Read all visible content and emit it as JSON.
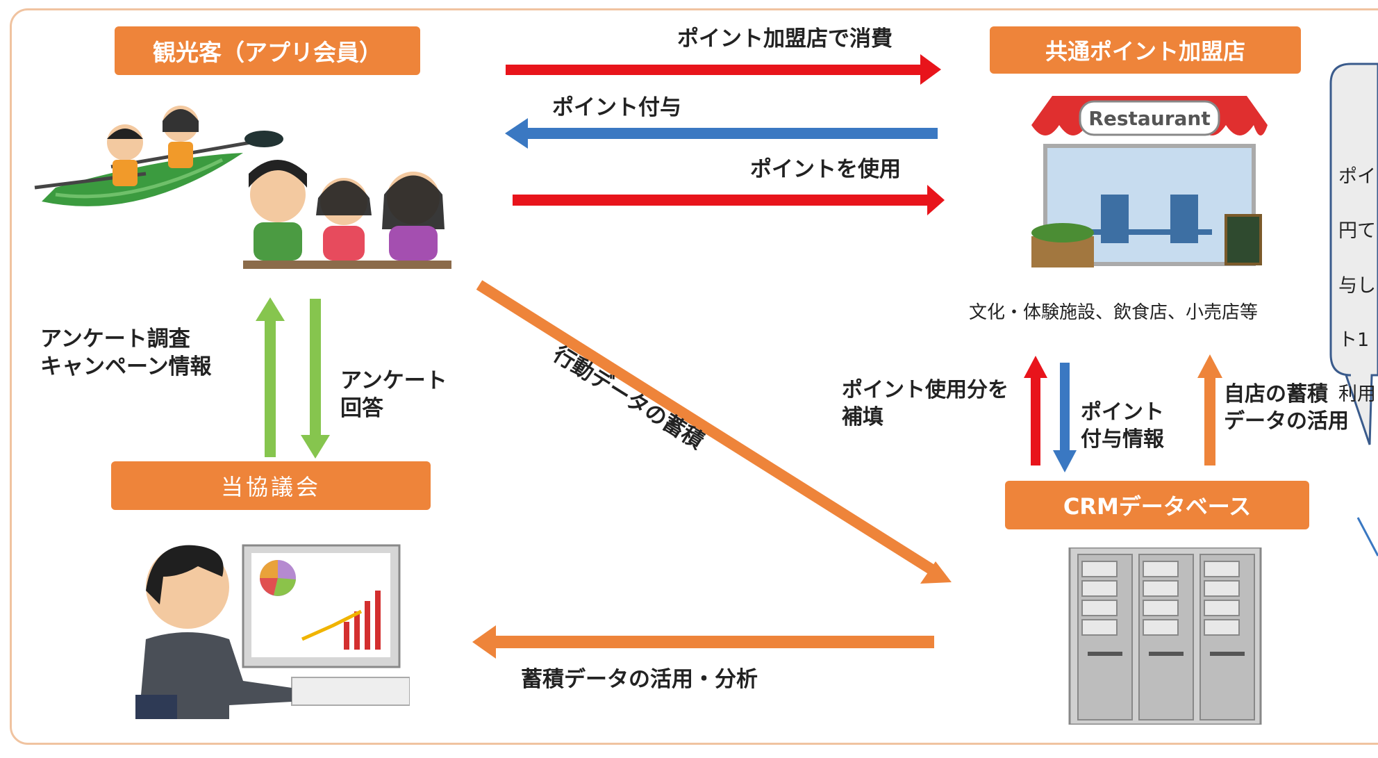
{
  "boxes": {
    "tourist": "観光客（アプリ会員）",
    "council": "当協議会",
    "merchants": "共通ポイント加盟店",
    "crm": "CRMデータベース"
  },
  "labels": {
    "spend": "ポイント加盟店で消費",
    "grant": "ポイント付与",
    "use": "ポイントを使用",
    "behavior": "行動データの蓄積",
    "survey": "アンケート調査\nキャンペーン情報",
    "answer": "アンケート\n 回答",
    "facilities": "文化・体験施設、飲食店、小売店等",
    "replenish": "ポイント使用分を\n補填",
    "grant_info": "ポイント\n付与情報",
    "own_data": "自店の蓄積\nデータの活用",
    "analysis": "蓄積データの活用・分析",
    "restaurant_sign": "Restaurant"
  },
  "callout": {
    "lines": [
      "ポイ",
      "円て",
      "与し",
      "ト1",
      "利用"
    ]
  },
  "colors": {
    "orange": "#ee843a",
    "red": "#e8141b",
    "blue": "#3a78c2",
    "green": "#86c54e",
    "callout_border": "#3a5b8c",
    "callout_fill": "#ececec"
  }
}
